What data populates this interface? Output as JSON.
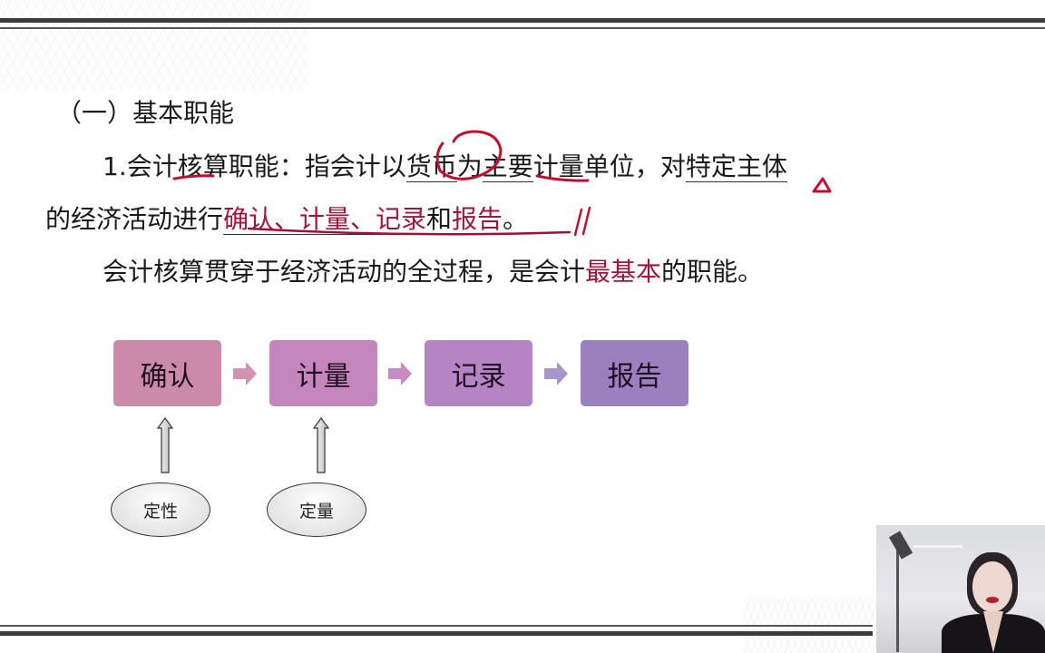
{
  "slide": {
    "heading": "（一）基本职能",
    "line1": {
      "prefix": "1.会计",
      "u1": "核算",
      "mid1": "职能：指会计以",
      "circled": "货币",
      "mid2": "为",
      "u2": "主要",
      "mid3": "计量单位，对",
      "u3": "特定主体"
    },
    "line2": {
      "prefix": "的经济活动进行",
      "r1": "确认、计量、记录",
      "mid": "和",
      "r2": "报告",
      "suffix": "。"
    },
    "line3": {
      "prefix": "会计核算贯穿于经济活动的全过程，是会计",
      "red": "最基本",
      "suffix": "的职能。"
    },
    "flow": {
      "steps": [
        {
          "label": "确认",
          "color": "#cc8aaa"
        },
        {
          "label": "计量",
          "color": "#c585bd"
        },
        {
          "label": "记录",
          "color": "#b683c4"
        },
        {
          "label": "报告",
          "color": "#9b80bf"
        }
      ],
      "arrow_colors": [
        "#d392b0",
        "#c98bc6",
        "#a994cc"
      ],
      "annotations": [
        {
          "label": "定性",
          "target": "确认"
        },
        {
          "label": "定量",
          "target": "计量"
        }
      ]
    },
    "colors": {
      "emphasis": "#a0173a",
      "ink": "#c01030"
    }
  },
  "webcam": {
    "description": "presenter-video"
  }
}
